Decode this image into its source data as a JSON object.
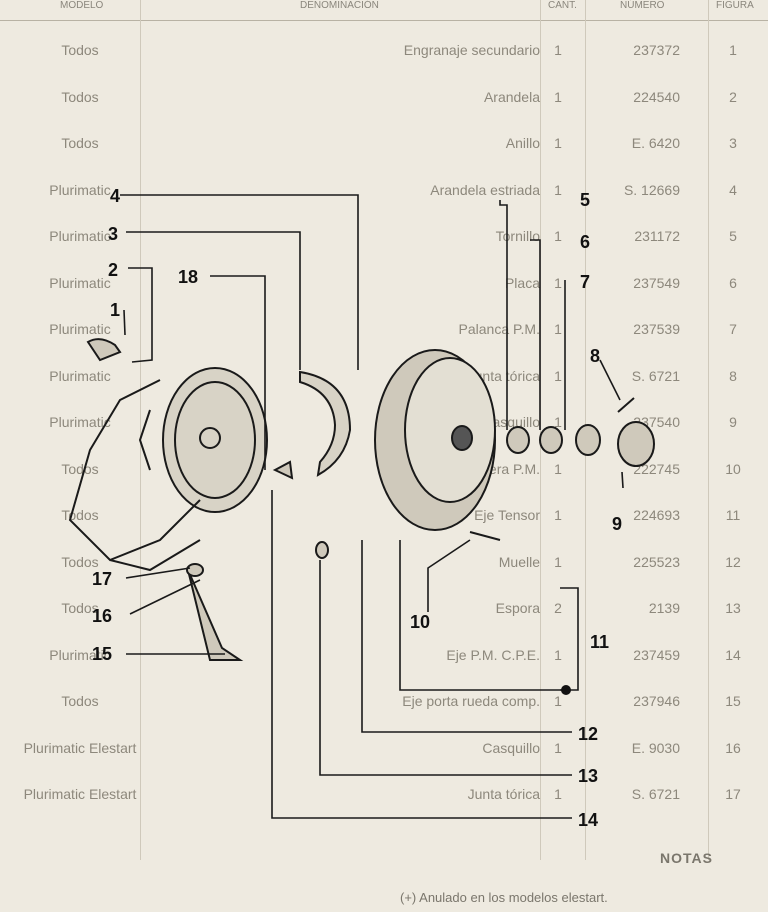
{
  "header": {
    "figure": "FIGURA",
    "numero": "NÚMERO",
    "cant": "CANT.",
    "denominacion": "DENOMINACIÓN",
    "modelo": "MODELO"
  },
  "rows": [
    {
      "fig": "1",
      "num": "237372",
      "qty": "1",
      "desc": "Engranaje secundario",
      "model": "Todos"
    },
    {
      "fig": "2",
      "num": "224540",
      "qty": "1",
      "desc": "Arandela",
      "model": "Todos"
    },
    {
      "fig": "3",
      "num": "E. 6420",
      "qty": "1",
      "desc": "Anillo",
      "model": "Todos"
    },
    {
      "fig": "4",
      "num": "S. 12669",
      "qty": "1",
      "desc": "Arandela estriada",
      "model": "Plurimatic"
    },
    {
      "fig": "5",
      "num": "231172",
      "qty": "1",
      "desc": "Tornillo",
      "model": "Plurimatic"
    },
    {
      "fig": "6",
      "num": "237549",
      "qty": "1",
      "desc": "Placa",
      "model": "Plurimatic"
    },
    {
      "fig": "7",
      "num": "237539",
      "qty": "1",
      "desc": "Palanca P.M.",
      "model": "Plurimatic"
    },
    {
      "fig": "8",
      "num": "S. 6721",
      "qty": "1",
      "desc": "Junta tórica",
      "model": "Plurimatic"
    },
    {
      "fig": "9",
      "num": "237540",
      "qty": "1",
      "desc": "Casquillo",
      "model": "Plurimatic"
    },
    {
      "fig": "10",
      "num": "222745",
      "qty": "1",
      "desc": "Cordadera P.M.",
      "model": "Todos"
    },
    {
      "fig": "11",
      "num": "224693",
      "qty": "1",
      "desc": "Eje Tensor",
      "model": "Todos"
    },
    {
      "fig": "12",
      "num": "225523",
      "qty": "1",
      "desc": "Muelle",
      "model": "Todos"
    },
    {
      "fig": "13",
      "num": "2139",
      "qty": "2",
      "desc": "Espora",
      "model": "Todos"
    },
    {
      "fig": "14",
      "num": "237459",
      "qty": "1",
      "desc": "Eje P.M. C.P.E.",
      "model": "Plurimatic"
    },
    {
      "fig": "15",
      "num": "237946",
      "qty": "1",
      "desc": "Eje porta rueda comp.",
      "model": "Todos"
    },
    {
      "fig": "16",
      "num": "E. 9030",
      "qty": "1",
      "desc": "Casquillo",
      "model": "Plurimatic Elestart"
    },
    {
      "fig": "17",
      "num": "S. 6721",
      "qty": "1",
      "desc": "Junta tórica",
      "model": "Plurimatic Elestart"
    }
  ],
  "notes": {
    "title": "NOTAS",
    "items": [
      "(+)  Anulado en los modelos elestart."
    ]
  },
  "callouts": [
    "1",
    "2",
    "3",
    "4",
    "5",
    "6",
    "7",
    "8",
    "9",
    "10",
    "11",
    "12",
    "13",
    "14",
    "15",
    "16",
    "17",
    "18"
  ]
}
